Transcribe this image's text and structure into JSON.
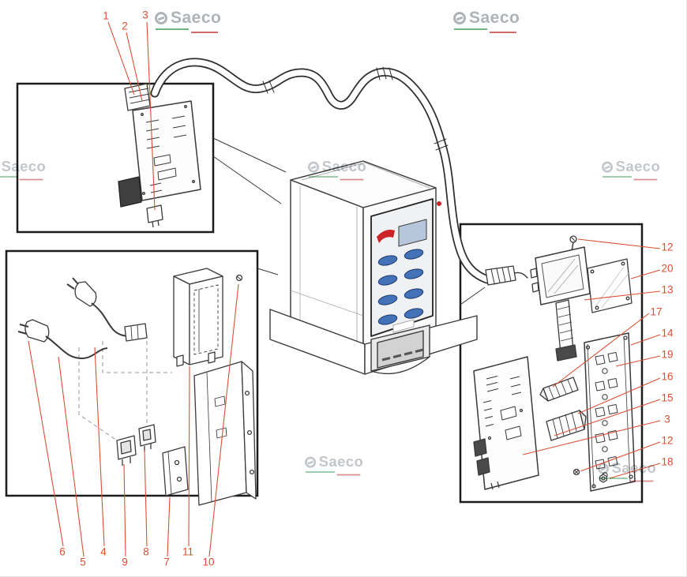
{
  "watermark": {
    "text": "Saeco"
  },
  "callouts": {
    "top": [
      "1",
      "2",
      "3"
    ],
    "bottom": [
      "6",
      "5",
      "4",
      "9",
      "8",
      "7",
      "11",
      "10"
    ],
    "right": [
      "12",
      "20",
      "13",
      "17",
      "14",
      "19",
      "16",
      "15",
      "3",
      "12",
      "18"
    ]
  },
  "colors": {
    "callout_red": "#d94f33",
    "leader_line_red": "#d94f33",
    "logo_gray": "#9aa0a6",
    "logo_green": "#4c9f63",
    "logo_red": "#c24545",
    "keypad_button_blue": "#4472b8",
    "machine_accent_red": "#cc2328",
    "line_art": "#3a3a3a"
  }
}
